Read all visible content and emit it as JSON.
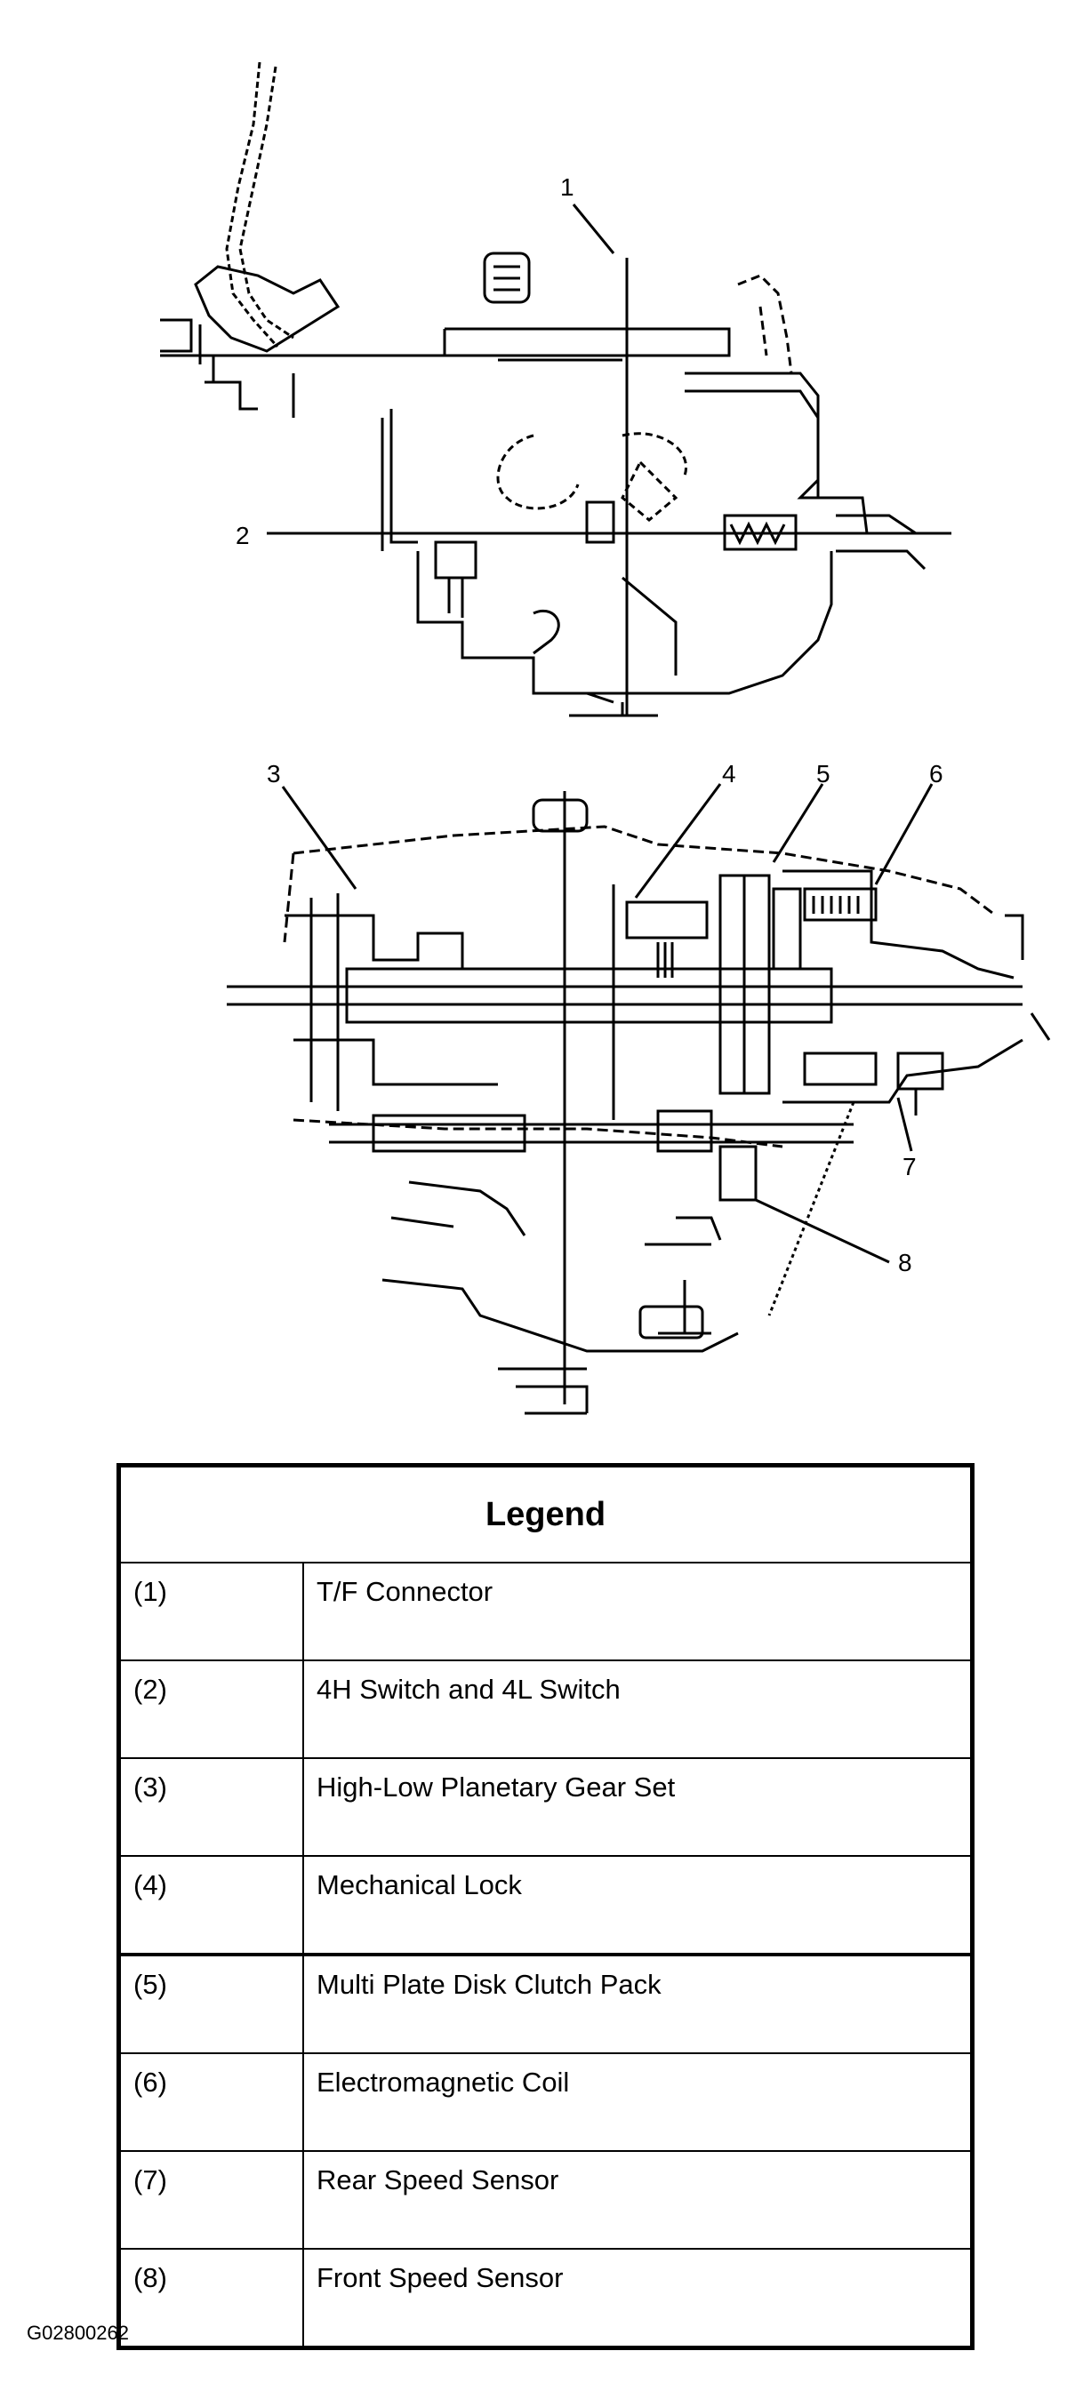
{
  "diagram": {
    "callouts": [
      "1",
      "2",
      "3",
      "4",
      "5",
      "6",
      "7",
      "8"
    ]
  },
  "legend": {
    "title": "Legend",
    "rows": [
      {
        "num": "(1)",
        "label": "T/F Connector"
      },
      {
        "num": "(2)",
        "label": "4H Switch and 4L Switch"
      },
      {
        "num": "(3)",
        "label": "High-Low Planetary Gear Set"
      },
      {
        "num": "(4)",
        "label": "Mechanical Lock"
      },
      {
        "num": "(5)",
        "label": "Multi Plate Disk Clutch Pack"
      },
      {
        "num": "(6)",
        "label": "Electromagnetic Coil"
      },
      {
        "num": "(7)",
        "label": "Rear Speed Sensor"
      },
      {
        "num": "(8)",
        "label": "Front Speed Sensor"
      }
    ]
  },
  "figure_id": "G02800262"
}
